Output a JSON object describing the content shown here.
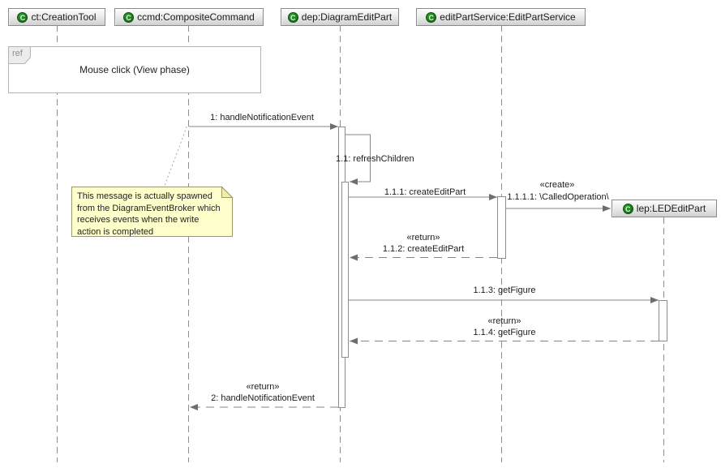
{
  "diagram": {
    "type": "uml-sequence-diagram",
    "class_icon": {
      "name": "class-icon",
      "glyph": "C"
    },
    "lifelines": [
      {
        "id": "ct",
        "label": "ct:CreationTool"
      },
      {
        "id": "ccmd",
        "label": "ccmd:CompositeCommand"
      },
      {
        "id": "dep",
        "label": "dep:DiagramEditPart"
      },
      {
        "id": "editPartService",
        "label": "editPartService:EditPartService"
      },
      {
        "id": "lep",
        "label": "lep:LEDEditPart"
      }
    ],
    "fragment": {
      "operator": "ref",
      "label": "Mouse click (View phase)"
    },
    "messages": [
      {
        "seq": "1",
        "label": "1: handleNotificationEvent",
        "from": "ccmd",
        "to": "dep",
        "kind": "sync"
      },
      {
        "seq": "1.1",
        "label": "1.1: refreshChildren",
        "from": "dep",
        "to": "dep",
        "kind": "self"
      },
      {
        "seq": "1.1.1",
        "label": "1.1.1: createEditPart",
        "from": "dep",
        "to": "editPartService",
        "kind": "sync"
      },
      {
        "seq": "1.1.1.1",
        "stereotype": "«create»",
        "label": "1.1.1.1: \\CalledOperation\\",
        "from": "editPartService",
        "to": "lep",
        "kind": "create"
      },
      {
        "seq": "1.1.2",
        "stereotype": "«return»",
        "label": "1.1.2: createEditPart",
        "from": "editPartService",
        "to": "dep",
        "kind": "return"
      },
      {
        "seq": "1.1.3",
        "label": "1.1.3: getFigure",
        "from": "dep",
        "to": "lep",
        "kind": "sync"
      },
      {
        "seq": "1.1.4",
        "stereotype": "«return»",
        "label": "1.1.4: getFigure",
        "from": "lep",
        "to": "dep",
        "kind": "return"
      },
      {
        "seq": "2",
        "stereotype": "«return»",
        "label": "2: handleNotificationEvent",
        "from": "dep",
        "to": "ccmd",
        "kind": "return"
      }
    ],
    "note": {
      "text": "This message is actually spawned from the DiagramEventBroker which receives events when the write action is completed"
    },
    "colors": {
      "note_bg": "#ffffcc",
      "line_gray": "#858585",
      "header_border": "#8a8a8a",
      "icon_green": "#0d660d"
    }
  }
}
